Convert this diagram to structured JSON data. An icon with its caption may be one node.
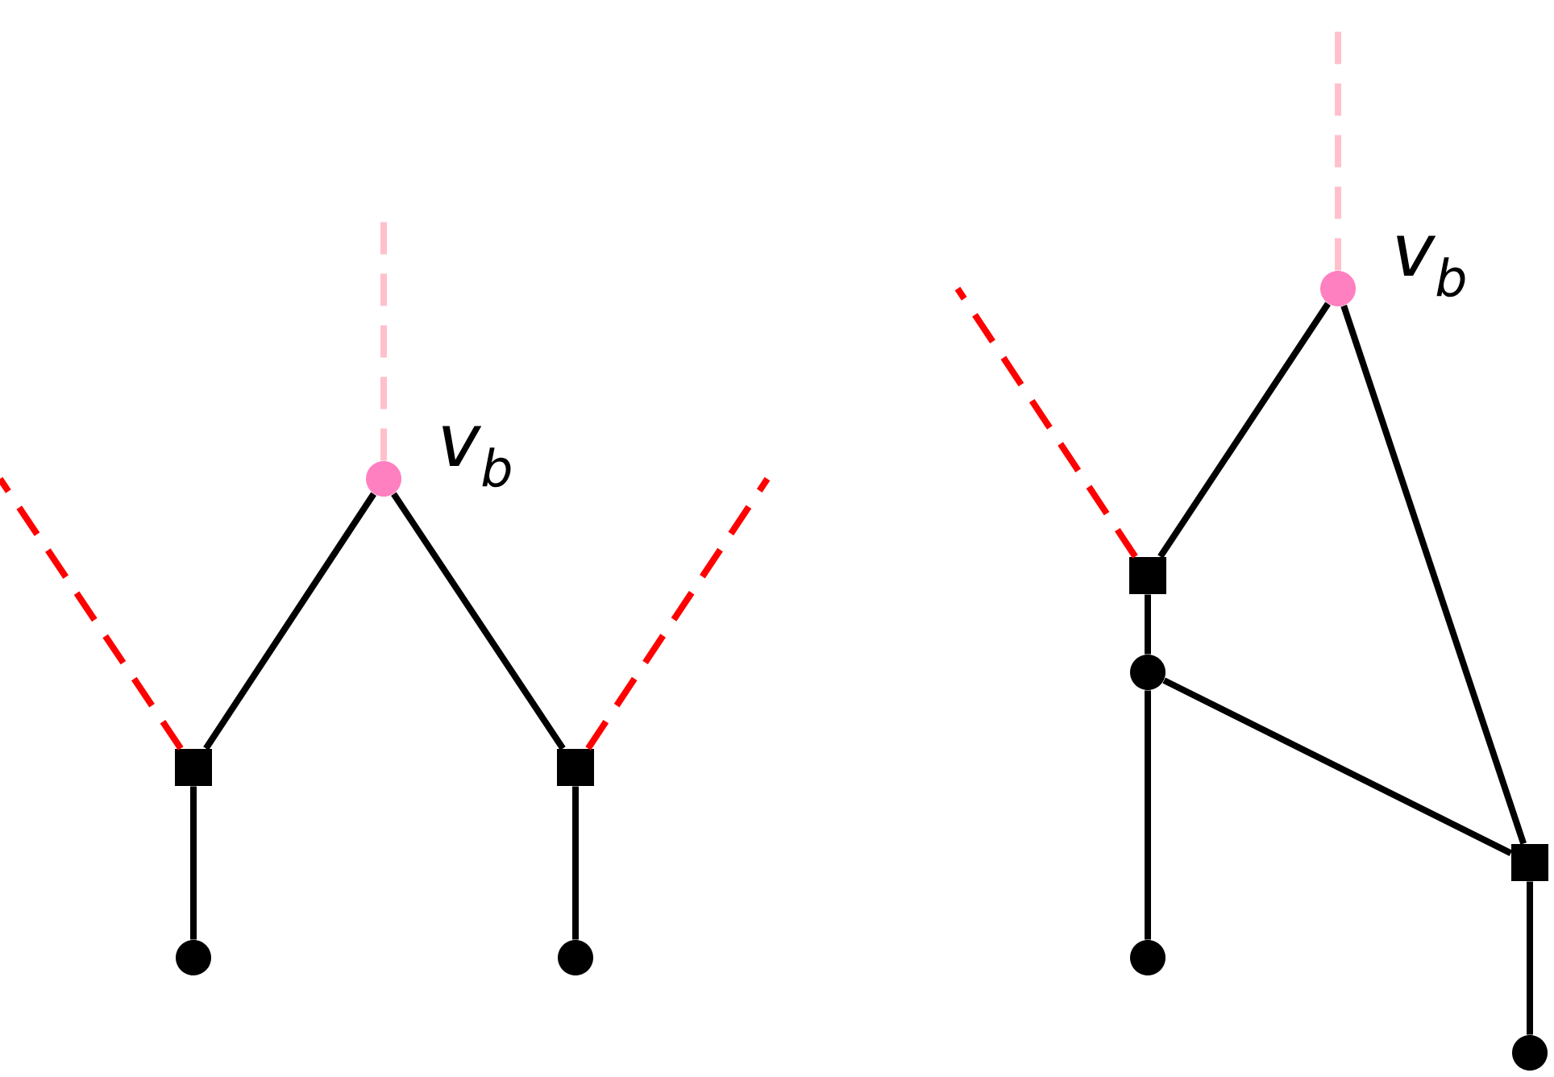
{
  "diagram": {
    "nodes": [
      {
        "text": [],
        "shape": "circle",
        "beside": [
          "v$_{b}$"
        ]
      },
      {
        "text": [],
        "shape": "box"
      },
      {
        "text": [],
        "shape": "box"
      },
      {
        "text": [],
        "shape": "circle"
      },
      {
        "text": [],
        "shape": "circle"
      },
      {
        "text": [],
        "shape": "circle",
        "beside": [
          "v$_{b}$"
        ]
      },
      {
        "text": [],
        "shape": "box"
      },
      {
        "text": [],
        "shape": "circle"
      },
      {
        "text": [],
        "shape": "box"
      },
      {
        "text": [],
        "shape": "circle"
      },
      {
        "text": [],
        "shape": "circle"
      }
    ],
    "edges": [
      {
        "from": 0,
        "to": null,
        "arrow": "none",
        "style": "dashed",
        "color": "#ffc0cb"
      },
      {
        "from": 1,
        "to": null,
        "arrow": "none",
        "style": "dashed",
        "color": "#ff0000"
      },
      {
        "from": 2,
        "to": null,
        "arrow": "none",
        "style": "dashed",
        "color": "#ff0000"
      },
      {
        "from": 0,
        "to": 1,
        "arrow": "none"
      },
      {
        "from": 0,
        "to": 2,
        "arrow": "none"
      },
      {
        "from": 1,
        "to": 3,
        "arrow": "none"
      },
      {
        "from": 2,
        "to": 4,
        "arrow": "none"
      },
      {
        "from": 5,
        "to": null,
        "arrow": "none",
        "style": "dashed",
        "color": "#ffc0cb"
      },
      {
        "from": 6,
        "to": null,
        "arrow": "none",
        "style": "dashed",
        "color": "#ff0000"
      },
      {
        "from": 5,
        "to": 6,
        "arrow": "none"
      },
      {
        "from": 5,
        "to": 8,
        "arrow": "none"
      },
      {
        "from": 6,
        "to": 7,
        "arrow": "none"
      },
      {
        "from": 7,
        "to": 8,
        "arrow": "none"
      },
      {
        "from": 7,
        "to": 9,
        "arrow": "none"
      },
      {
        "from": 8,
        "to": 10,
        "arrow": "none"
      }
    ]
  }
}
